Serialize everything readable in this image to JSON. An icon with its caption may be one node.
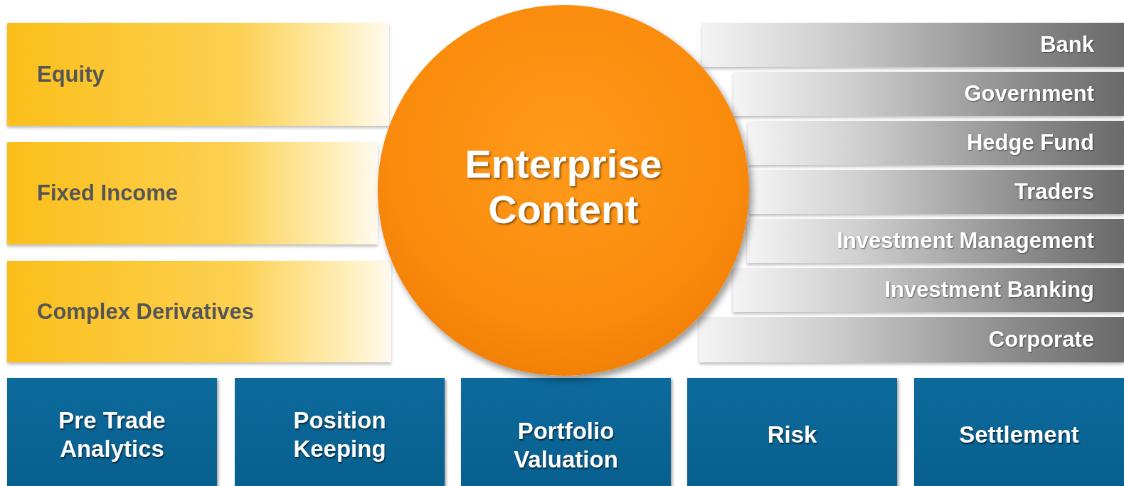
{
  "diagram": {
    "nodes": [
      {
        "text": [
          "Equity"
        ]
      },
      {
        "text": [
          "Fixed Income"
        ]
      },
      {
        "text": [
          "Complex Derivatives"
        ]
      },
      {
        "text": [
          "Enterprise Content"
        ]
      },
      {
        "text": [
          "Bank"
        ]
      },
      {
        "text": [
          "Government"
        ]
      },
      {
        "text": [
          "Hedge Fund"
        ]
      },
      {
        "text": [
          "Traders"
        ]
      },
      {
        "text": [
          "Investment Management"
        ]
      },
      {
        "text": [
          "Investment Banking"
        ]
      },
      {
        "text": [
          "Corporate"
        ]
      },
      {
        "text": [
          "Pre Trade Analytics"
        ]
      },
      {
        "text": [
          "Position Keeping"
        ]
      },
      {
        "text": [
          "Portfolio Valuation"
        ]
      },
      {
        "text": [
          "Risk"
        ]
      },
      {
        "text": [
          "Settlement"
        ]
      }
    ]
  }
}
